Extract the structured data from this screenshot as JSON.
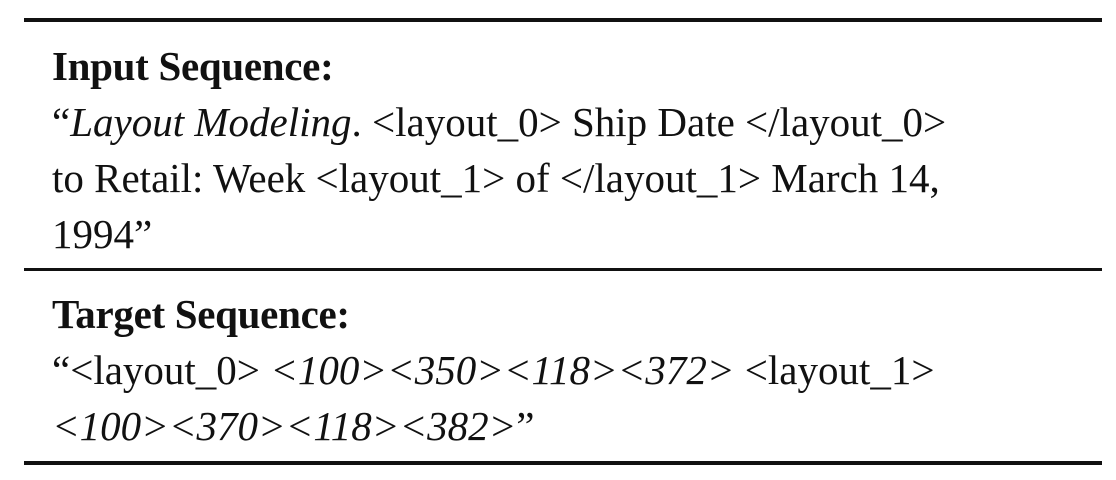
{
  "input": {
    "heading": "Input Sequence:",
    "line1": {
      "open_quote": "“",
      "italic": "Layout Modeling",
      "rest": ". <layout_0> Ship Date </layout_0>"
    },
    "line2": "to Retail: Week <layout_1> of </layout_1> March 14,",
    "line3": "1994”"
  },
  "target": {
    "heading": "Target Sequence:",
    "line1": {
      "prefix": "“<layout_0> ",
      "italic": "<100><350><118><372>",
      "suffix": " <layout_1>"
    },
    "line2": {
      "italic": "<100><370><118><382>",
      "suffix": "”"
    }
  }
}
